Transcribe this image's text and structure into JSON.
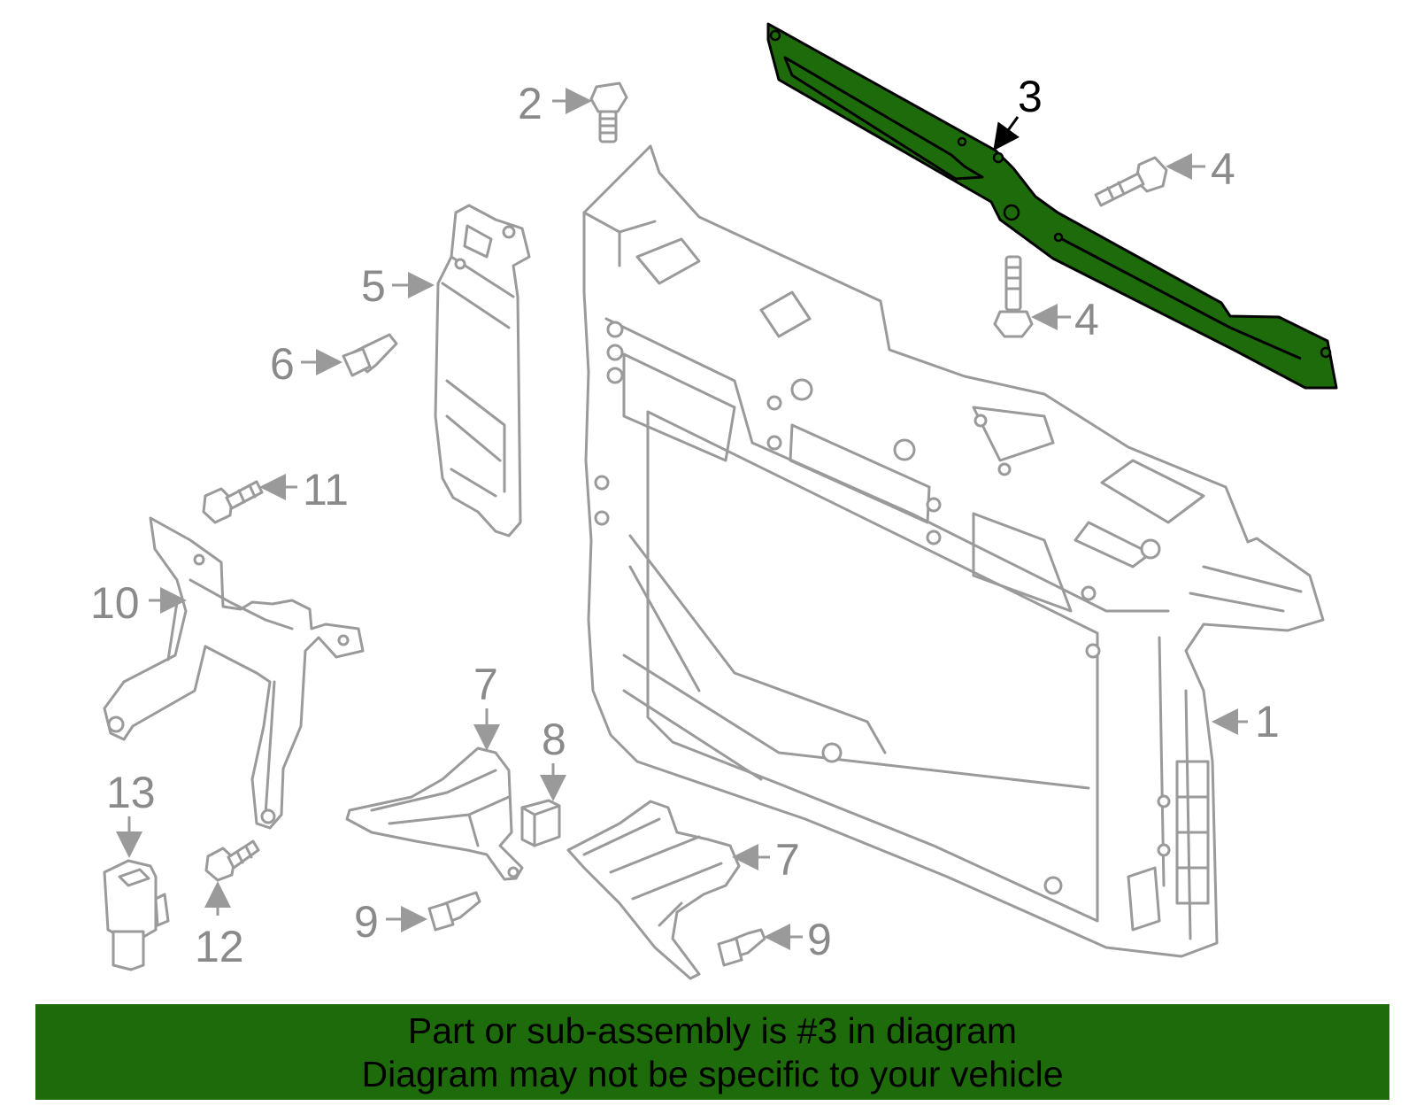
{
  "callouts": {
    "c1": "1",
    "c2": "2",
    "c3": "3",
    "c4a": "4",
    "c4b": "4",
    "c5": "5",
    "c6": "6",
    "c7a": "7",
    "c7b": "7",
    "c8": "8",
    "c9a": "9",
    "c9b": "9",
    "c10": "10",
    "c11": "11",
    "c12": "12",
    "c13": "13"
  },
  "highlight": {
    "part": "3",
    "color": "#1e6b0c"
  },
  "banner": {
    "line1": "Part or sub-assembly is #3 in diagram",
    "line2": "Diagram may not be specific to your vehicle"
  }
}
